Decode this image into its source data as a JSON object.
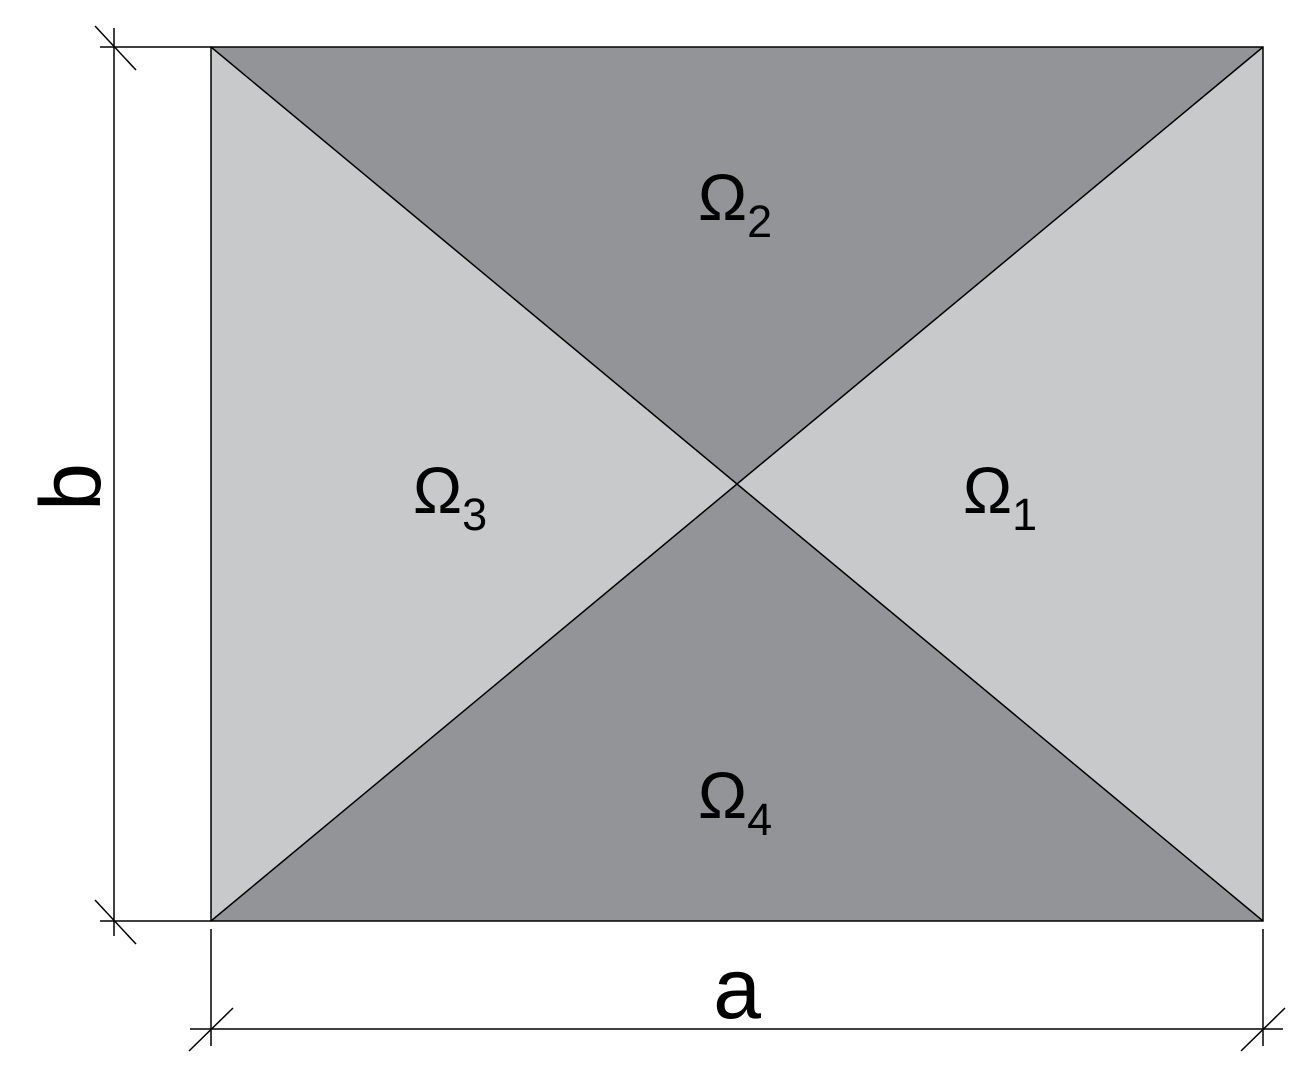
{
  "regions": [
    {
      "id": "omega-1",
      "symbol": "Ω",
      "subscript": "1"
    },
    {
      "id": "omega-2",
      "symbol": "Ω",
      "subscript": "2"
    },
    {
      "id": "omega-3",
      "symbol": "Ω",
      "subscript": "3"
    },
    {
      "id": "omega-4",
      "symbol": "Ω",
      "subscript": "4"
    }
  ],
  "dimensions": {
    "width_label": "a",
    "height_label": "b"
  },
  "colors": {
    "dark_fill": "#939497",
    "light_fill": "#c8c9cb",
    "line": "#000000",
    "background": "#ffffff"
  }
}
